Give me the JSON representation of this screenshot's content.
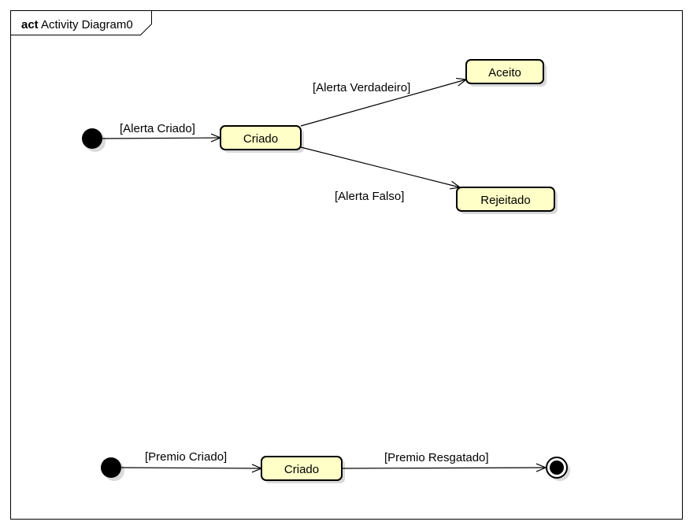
{
  "frame": {
    "keyword": "act",
    "title": "Activity Diagram0"
  },
  "nodes": {
    "criado_top": "Criado",
    "aceito": "Aceito",
    "rejeitado": "Rejeitado",
    "criado_bottom": "Criado"
  },
  "edges": {
    "alerta_criado": "[Alerta Criado]",
    "alerta_verdadeiro": "[Alerta Verdadeiro]",
    "alerta_falso": "[Alerta Falso]",
    "premio_criado": "[Premio Criado]",
    "premio_resgatado": "[Premio Resgatado]"
  },
  "colors": {
    "node_fill": "#FFFFC8",
    "stroke": "#000000",
    "shadow": "#D9D9D9"
  }
}
